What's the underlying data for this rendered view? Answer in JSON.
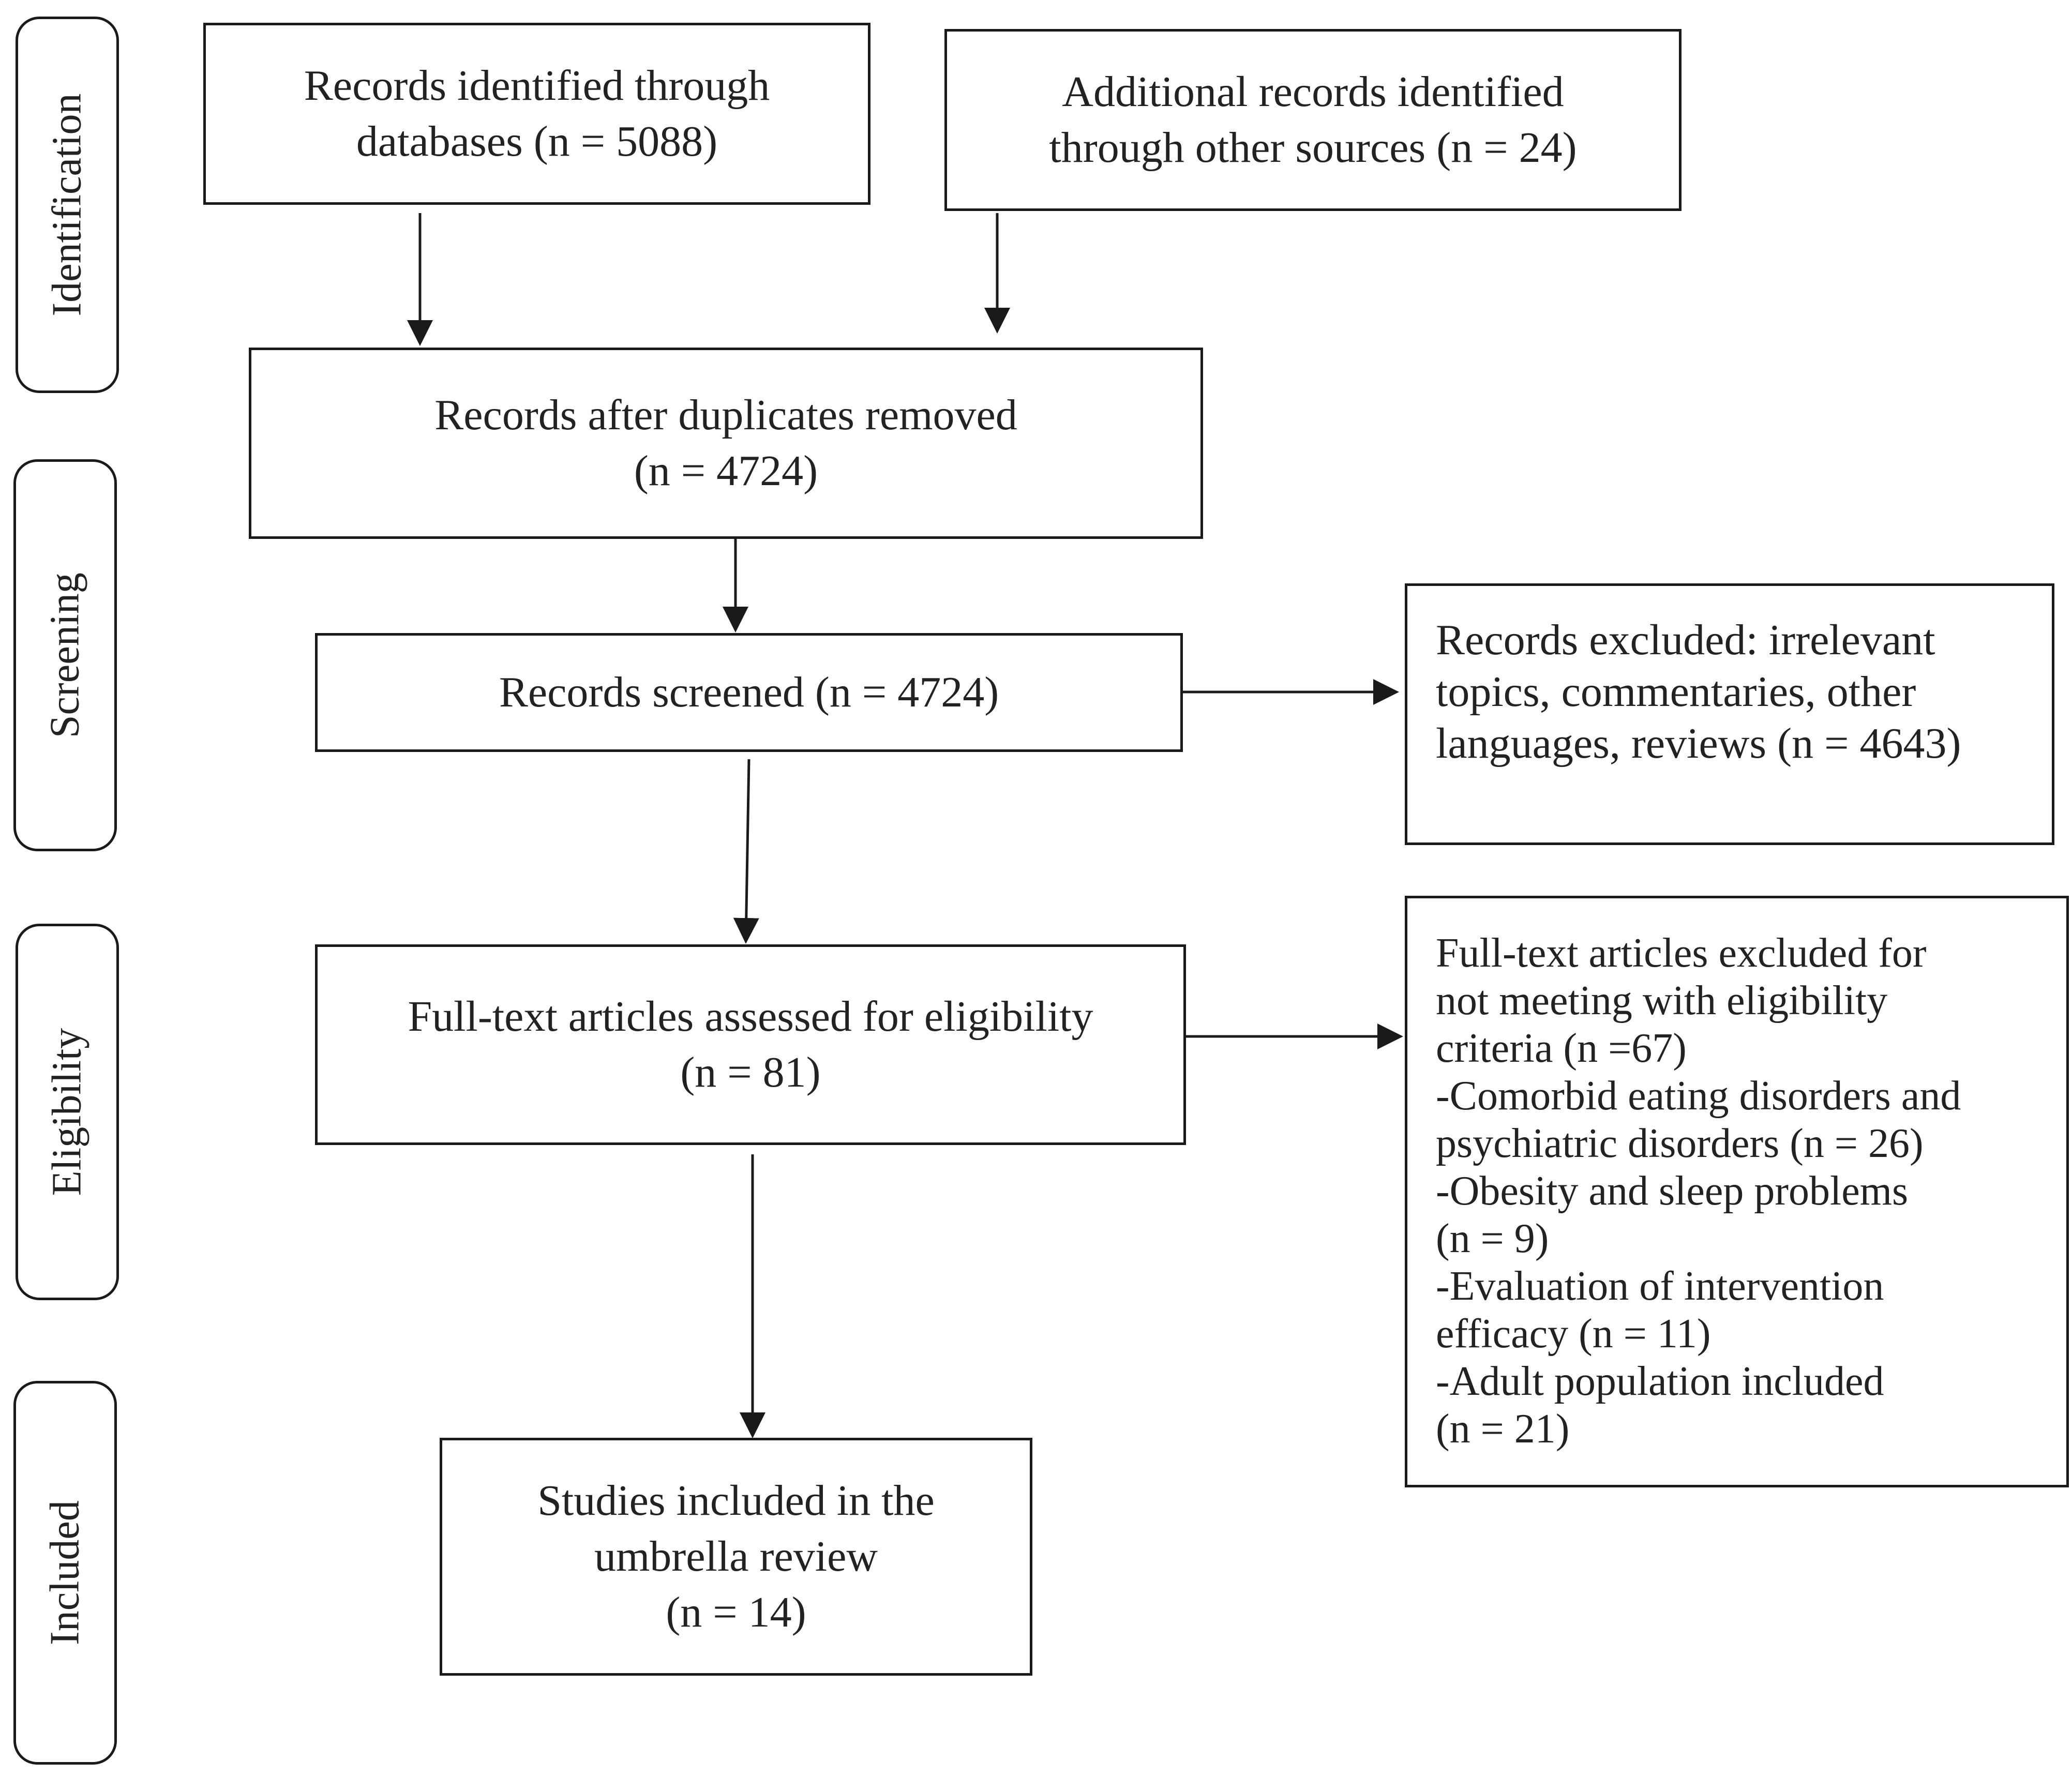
{
  "stages": {
    "identification": "Identification",
    "screening": "Screening",
    "eligibility": "Eligibility",
    "included": "Included"
  },
  "boxes": {
    "databases": [
      "Records identified through",
      "databases (n = 5088)"
    ],
    "other_sources": [
      "Additional records identified",
      "through other sources (n = 24)"
    ],
    "duplicates_removed": [
      "Records after duplicates removed",
      "(n = 4724)"
    ],
    "screened": [
      "Records screened (n = 4724)"
    ],
    "excluded_screening": [
      "Records excluded: irrelevant",
      "topics, commentaries, other",
      "languages, reviews (n = 4643)"
    ],
    "full_text": [
      "Full-text articles assessed for eligibility",
      "(n = 81)"
    ],
    "excluded_full_text": [
      "Full-text articles excluded for",
      "not meeting with eligibility",
      "criteria (n  =67)",
      "-Comorbid eating disorders and",
      "psychiatric disorders (n = 26)",
      "-Obesity and sleep problems",
      "(n = 9)",
      "-Evaluation of intervention",
      "efficacy (n = 11)",
      "-Adult  population included",
      "(n = 21)"
    ],
    "included": [
      "Studies included in the",
      "umbrella review",
      "(n = 14)"
    ]
  }
}
